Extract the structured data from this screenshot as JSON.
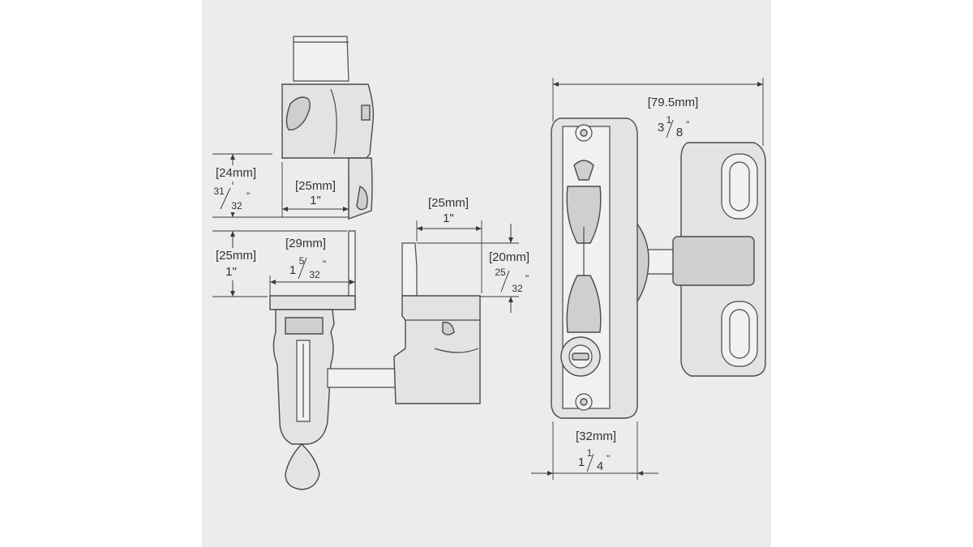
{
  "dimensions": {
    "top_width": {
      "mm": "[25mm]",
      "inch": "1\""
    },
    "top_height": {
      "mm": "[24mm]",
      "whole": "31",
      "denom": "32",
      "inch_mark": "\""
    },
    "mid_width": {
      "mm": "[29mm]",
      "whole": "1",
      "num": "5",
      "denom": "32",
      "inch_mark": "\""
    },
    "mid_height": {
      "mm": "[25mm]",
      "inch": "1\""
    },
    "right_width": {
      "mm": "[25mm]",
      "inch": "1\""
    },
    "right_height": {
      "mm": "[20mm]",
      "whole": "25",
      "denom": "32",
      "inch_mark": "\""
    },
    "total_width": {
      "mm": "[79.5mm]",
      "whole": "3",
      "num": "1",
      "denom": "8",
      "inch_mark": "\""
    },
    "base_width": {
      "mm": "[32mm]",
      "whole": "1",
      "num": "1",
      "denom": "4",
      "inch_mark": "\""
    }
  },
  "colors": {
    "panel_background": "#ececec",
    "page_background": "#ffffff",
    "part_fill": "#e3e3e3",
    "outline": "#4a4a4a"
  }
}
